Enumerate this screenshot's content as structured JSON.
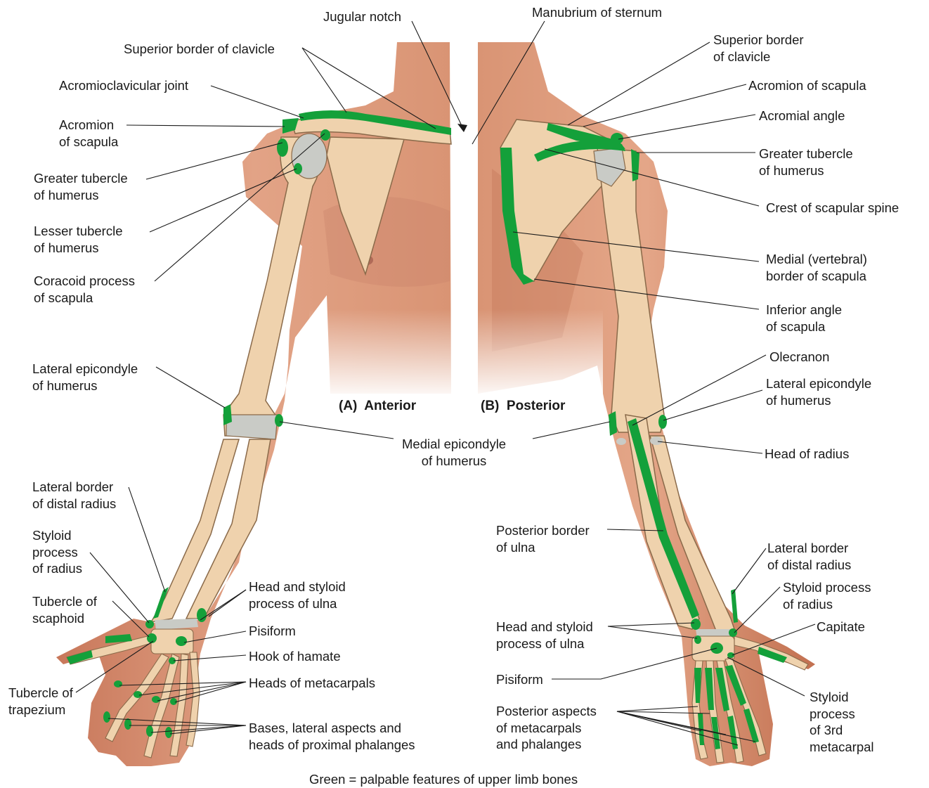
{
  "views": {
    "anterior": "(A)  Anterior",
    "posterior": "(B)  Posterior"
  },
  "caption": "Green = palpable features of upper limb bones",
  "colors": {
    "palpable": "#14a03a",
    "bone": "#efd2ad",
    "cartilage": "#c9cbc6",
    "skin": "#dd9a78",
    "skin_shadow": "#bf6f4e"
  },
  "labels": {
    "jugular_notch": "Jugular notch",
    "manubrium_of_sternum": "Manubrium of sternum",
    "superior_border_of_clavicle_a": "Superior border of clavicle",
    "acromioclavicular_joint": "Acromioclavicular joint",
    "acromion_of_scapula_a": "Acromion\nof scapula",
    "greater_tubercle_a": "Greater tubercle\nof humerus",
    "lesser_tubercle": "Lesser tubercle\nof humerus",
    "coracoid_process": "Coracoid process\nof scapula",
    "lateral_epicondyle_a": "Lateral epicondyle\nof humerus",
    "medial_epicondyle": "Medial epicondyle\nof humerus",
    "lateral_border_distal_radius_a": "Lateral border\nof distal radius",
    "styloid_process_radius_a": "Styloid\nprocess\nof radius",
    "tubercle_of_scaphoid": "Tubercle of\nscaphoid",
    "tubercle_of_trapezium": "Tubercle of\ntrapezium",
    "head_styloid_ulna_a": "Head and styloid\nprocess of ulna",
    "pisiform_a": "Pisiform",
    "hook_of_hamate": "Hook of hamate",
    "heads_of_metacarpals": "Heads of metacarpals",
    "bases_proximal_phalanges": "Bases, lateral aspects and\nheads of proximal phalanges",
    "superior_border_of_clavicle_b": "Superior border\nof clavicle",
    "acromion_of_scapula_b": "Acromion of scapula",
    "acromial_angle": "Acromial angle",
    "greater_tubercle_b": "Greater tubercle\nof humerus",
    "crest_scapular_spine": "Crest of scapular spine",
    "medial_border_scapula": "Medial (vertebral)\nborder of scapula",
    "inferior_angle_scapula": "Inferior angle\nof scapula",
    "olecranon": "Olecranon",
    "lateral_epicondyle_b": "Lateral epicondyle\nof humerus",
    "head_of_radius": "Head of radius",
    "posterior_border_ulna": "Posterior border\nof ulna",
    "lateral_border_distal_radius_b": "Lateral border\nof distal radius",
    "styloid_process_radius_b": "Styloid process\nof radius",
    "capitate": "Capitate",
    "head_styloid_ulna_b": "Head and styloid\nprocess of ulna",
    "pisiform_b": "Pisiform",
    "styloid_3rd_metacarpal": "Styloid\nprocess\nof 3rd\nmetacarpal",
    "posterior_aspects_metacarpals": "Posterior aspects\nof metacarpals\nand phalanges"
  }
}
